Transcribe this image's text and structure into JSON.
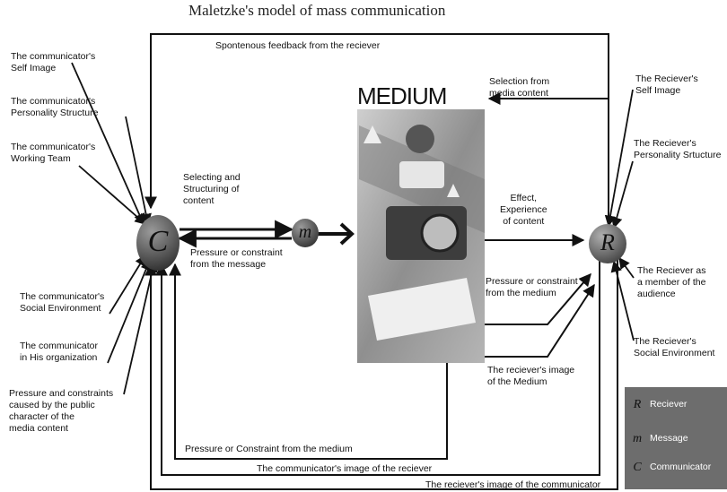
{
  "title": "Maletzke's model of mass communication",
  "medium": {
    "heading": "MEDIUM"
  },
  "nodes": {
    "communicator": "C",
    "message": "m",
    "receiver": "R"
  },
  "left_labels": [
    "The communicator's\nSelf Image",
    "The communicator's\nPersonality Structure",
    "The communicator's\nWorking Team",
    "The communicator's\nSocial Environment",
    "The communicator\nin His organization",
    "Pressure and constraints\ncaused by the public\ncharacter of the\nmedia content"
  ],
  "right_labels": [
    "The Reciever's\nSelf Image",
    "The Reciever's\nPersonality Srtucture",
    "The Reciever as\na member of the\naudience",
    "The Reciever's\nSocial Environment"
  ],
  "flow_labels": {
    "feedback": "Spontenous feedback from the reciever",
    "selecting": "Selecting and\nStructuring of\ncontent",
    "pressure_message": "Pressure or constraint\nfrom the message",
    "selection_media": "Selection from\nmedia content",
    "effect": "Effect,\nExperience\nof content",
    "pressure_medium_right": "Pressure or constraint\nfrom the medium",
    "receiver_image_medium": "The reciever's image\nof the Medium",
    "pressure_medium_bottom": "Pressure or Constraint from the medium",
    "communicator_image_receiver": "The communicator's image of the reciever",
    "receiver_image_communicator": "The reciever's image of the communicator"
  },
  "legend": [
    {
      "icon": "R",
      "label": "Reciever"
    },
    {
      "icon": "m",
      "label": "Message"
    },
    {
      "icon": "C",
      "label": "Communicator"
    }
  ]
}
